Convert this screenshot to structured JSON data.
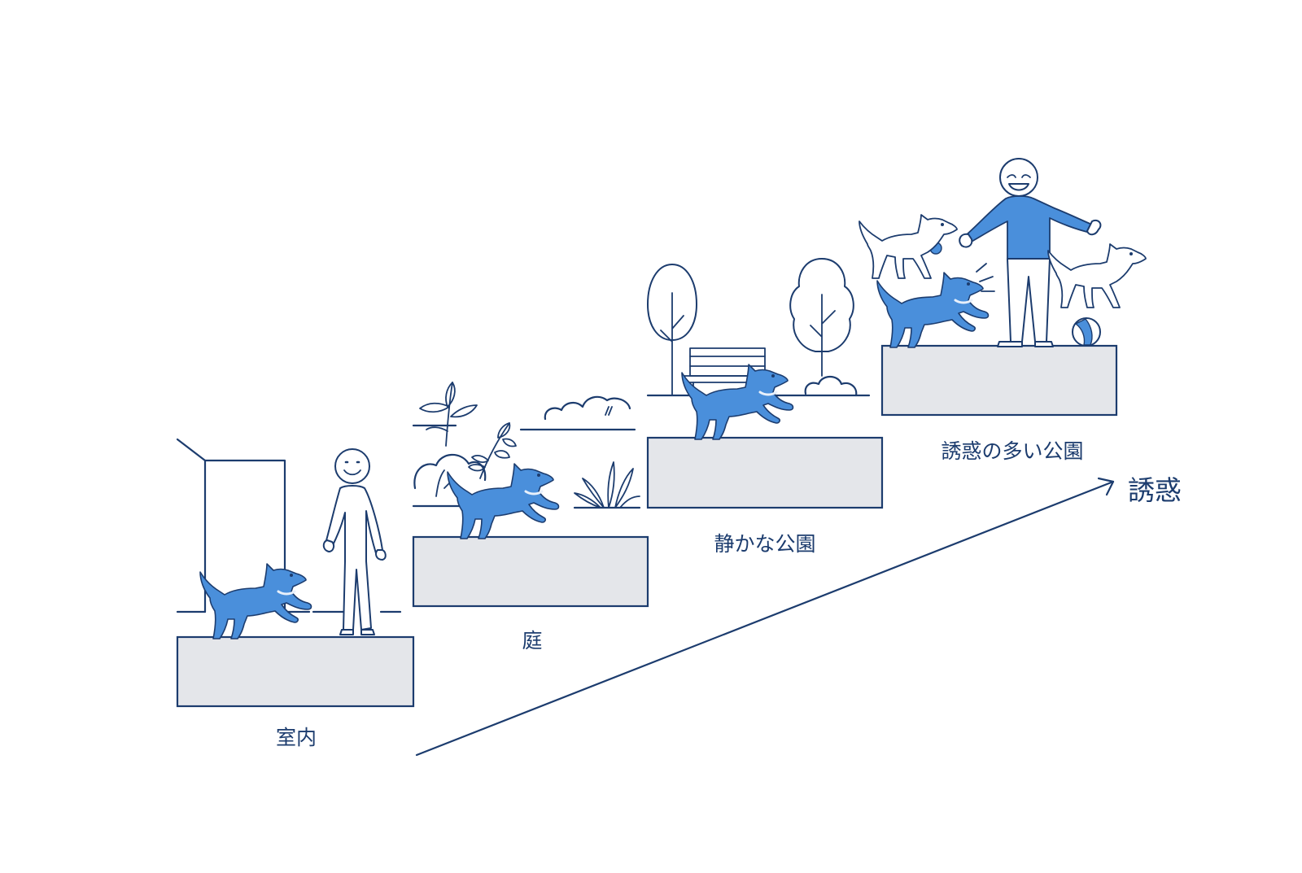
{
  "steps": [
    {
      "label": "室内"
    },
    {
      "label": "庭"
    },
    {
      "label": "静かな公園"
    },
    {
      "label": "誘惑の多い公園"
    }
  ],
  "axis": {
    "label": "誘惑"
  },
  "colors": {
    "line": "#1c3c6e",
    "platform": "#e4e6ea",
    "accent": "#4a8fdb",
    "background": "#ffffff"
  },
  "icons": [
    "door-icon",
    "person-icon",
    "dog-icon",
    "plant-icon",
    "bush-icon",
    "tree-icon",
    "bench-icon",
    "ball-icon",
    "arrow-icon"
  ]
}
